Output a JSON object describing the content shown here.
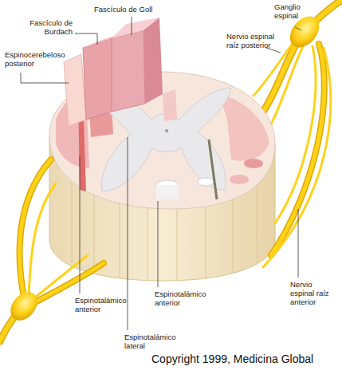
{
  "diagram": {
    "labels": [
      "Fascículo de Goll",
      "Ganglio espinal",
      "Fascículo de Burdach",
      "Nervio espinal raíz posterior",
      "Espinocerebeloso posterior",
      "Espinotalámico anterior",
      "Espinotalámico anterior",
      "Nervio espinal raíz anterior",
      "Espinotalámico lateral",
      "Copyright 1999, Medicina Global"
    ]
  }
}
